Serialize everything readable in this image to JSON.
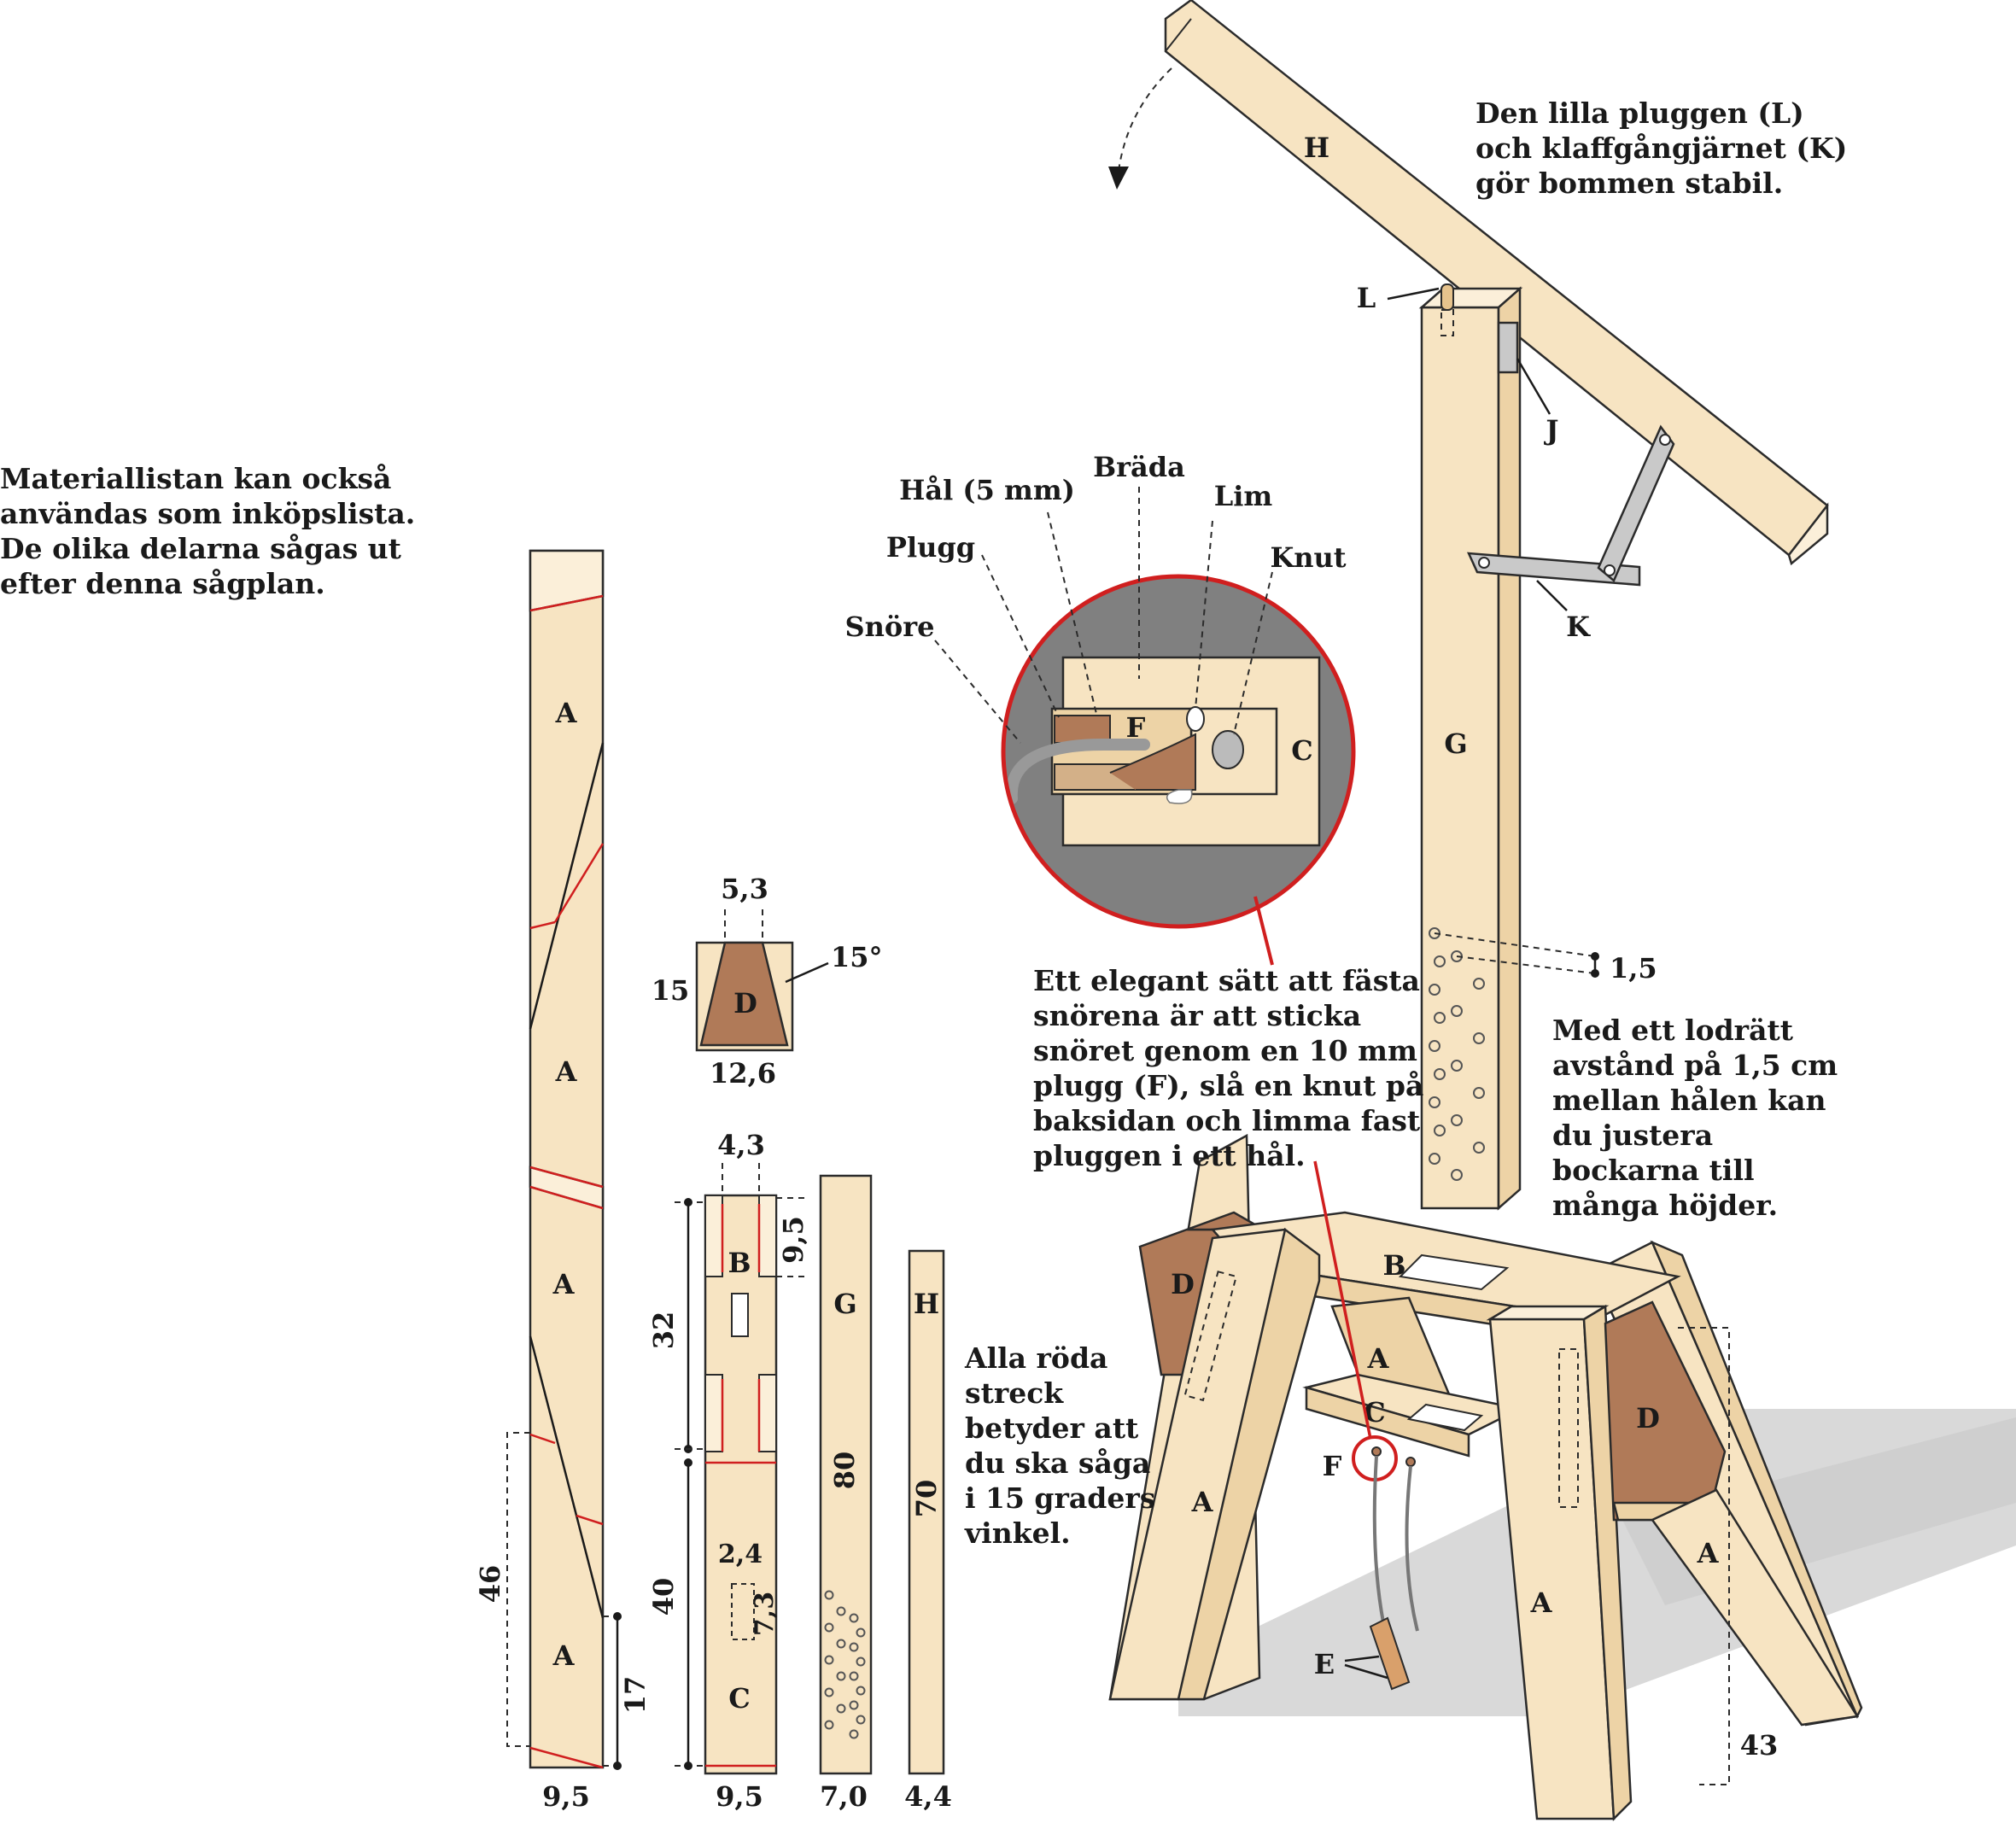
{
  "notes": {
    "material": "Materiallistan kan också\nanvändas som inköpslista.\nDe olika delarna sågas ut\nefter denna sågplan.",
    "stable": "Den lilla pluggen (L)\noch klaffgångjärnet (K)\ngör bommen stabil.",
    "elegant": "Ett elegant sätt att fästa\nsnörena är att sticka\nsnöret genom en 10 mm\nplugg (F), slå en knut på\nbaksidan och limma fast\npluggen i ett hål.",
    "vertical": "Med ett lodrätt\navstånd på 1,5 cm\nmellan hålen kan\ndu justera\nbockarna till\nmånga höjder.",
    "red": "Alla röda\nstreck\nbetyder att\ndu ska såga\ni 15 graders\nvinkel."
  },
  "parts": {
    "A": "A",
    "B": "B",
    "C": "C",
    "D": "D",
    "E": "E",
    "F": "F",
    "G": "G",
    "H": "H",
    "J": "J",
    "K": "K",
    "L": "L"
  },
  "detail": {
    "board": "Bräda",
    "hole": "Hål (5 mm)",
    "lim": "Lim",
    "plugg": "Plugg",
    "knut": "Knut",
    "snore": "Snöre"
  },
  "dims": {
    "d_top": "5,3",
    "d_h": "15",
    "d_angle": "15°",
    "d_w": "12,6",
    "bc_top": "4,3",
    "b_side": "9,5",
    "b_len": "32",
    "c_len": "40",
    "c_slot_w": "2,4",
    "c_slot_h": "7,3",
    "a_46": "46",
    "a_17": "17",
    "a_w": "9,5",
    "bc_w": "9,5",
    "g_w": "7,0",
    "h_w": "4,4",
    "g_len": "80",
    "h_len": "70",
    "hole_gap": "1,5",
    "leg_43": "43"
  },
  "colors": {
    "wood": "#f7e4c2",
    "cut_line": "#d01f1f",
    "end_block": "#b07a58",
    "shadow": "#d9d9d9"
  }
}
